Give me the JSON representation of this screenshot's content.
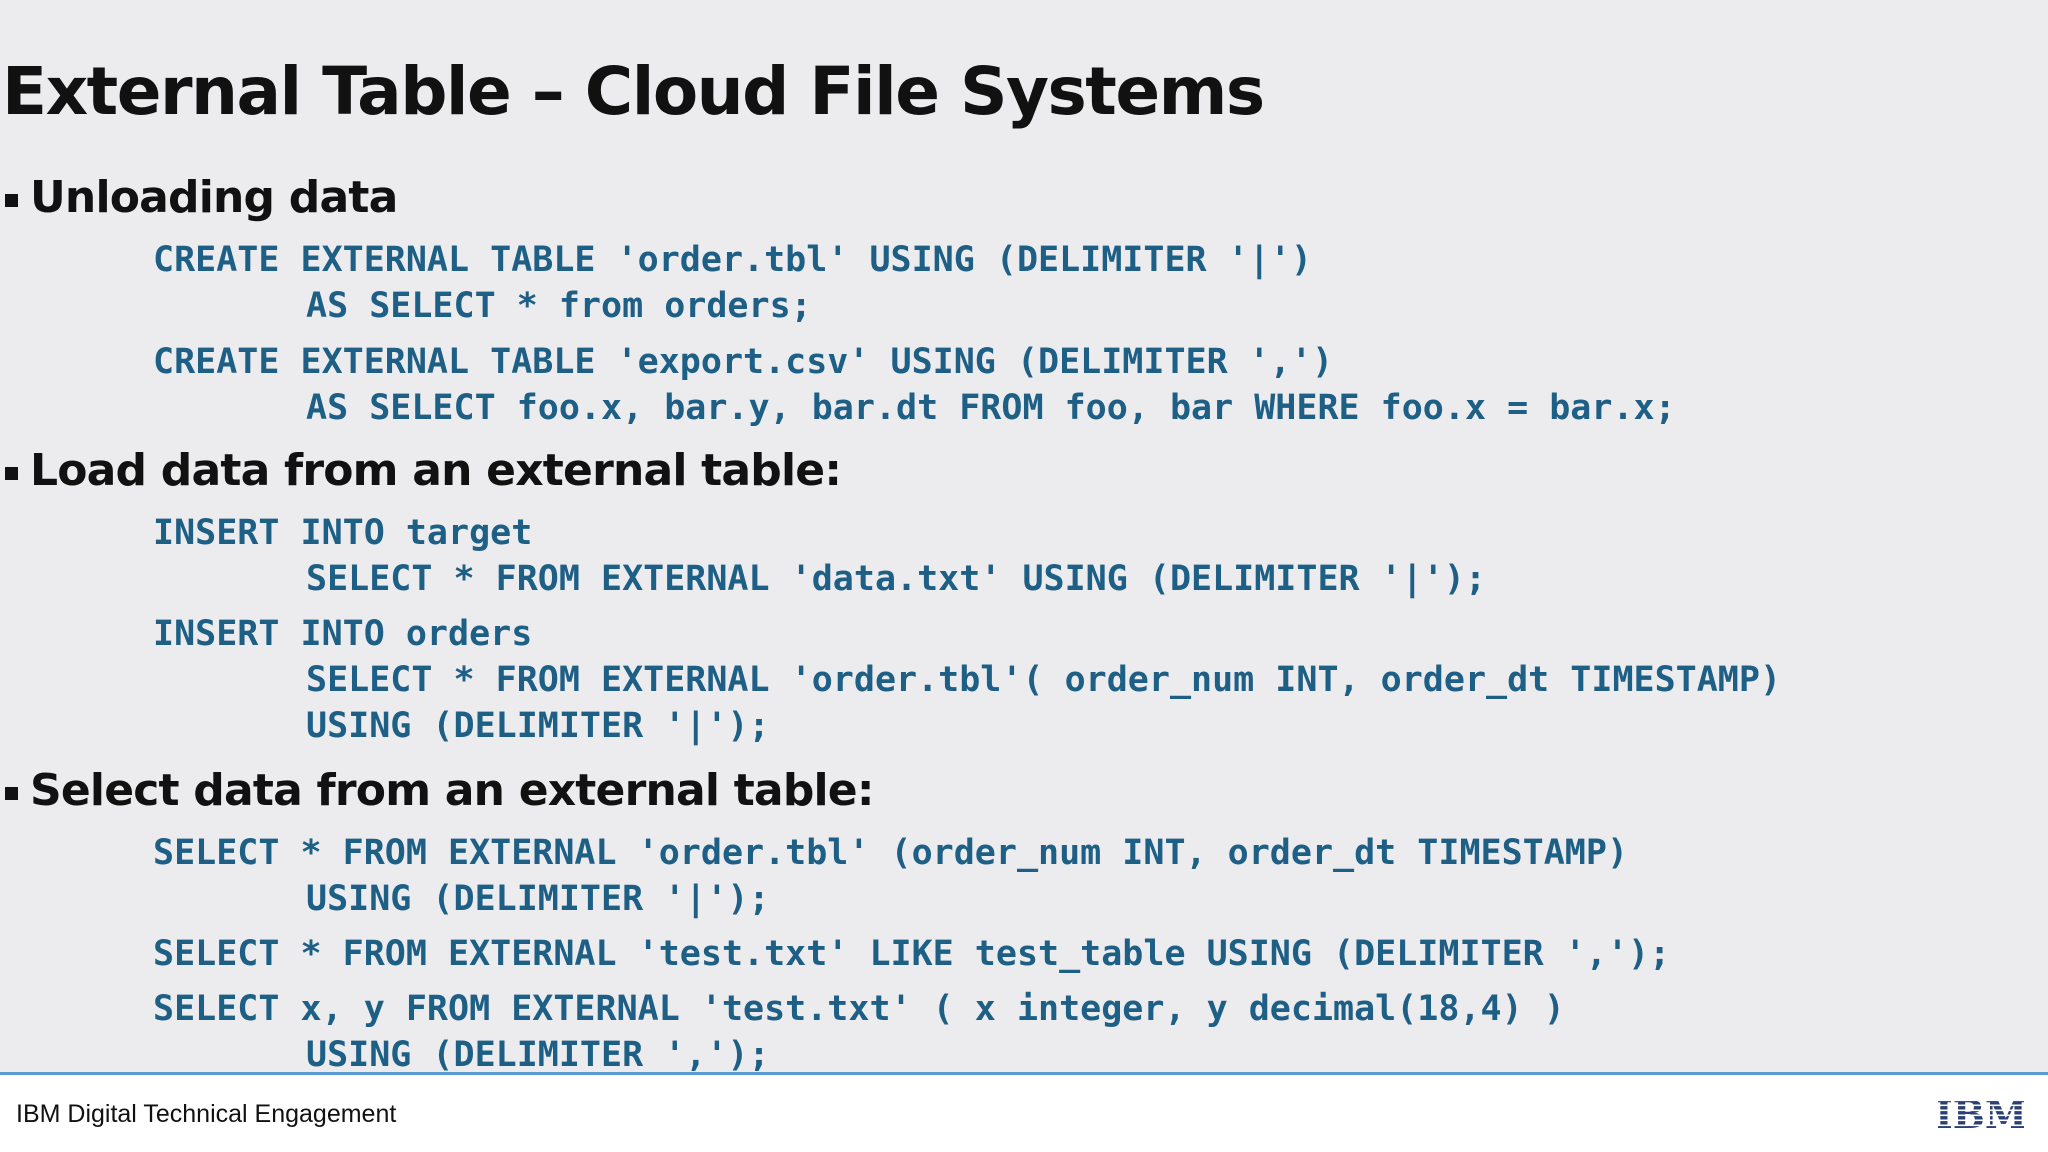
{
  "title": "External Table – Cloud File Systems",
  "sections": [
    {
      "heading": "Unloading data",
      "code": [
        "CREATE EXTERNAL TABLE 'order.tbl' USING (DELIMITER '|')",
        "AS SELECT * from orders;",
        "CREATE EXTERNAL TABLE 'export.csv' USING (DELIMITER ',')",
        "AS SELECT foo.x, bar.y, bar.dt FROM foo, bar WHERE foo.x = bar.x;"
      ]
    },
    {
      "heading": "Load data from an external table:",
      "code": [
        "INSERT INTO target",
        "SELECT * FROM EXTERNAL 'data.txt' USING (DELIMITER '|');",
        "INSERT INTO orders",
        "SELECT * FROM EXTERNAL 'order.tbl'( order_num INT, order_dt TIMESTAMP)",
        "USING (DELIMITER '|');"
      ]
    },
    {
      "heading": "Select data from an external table:",
      "code": [
        "SELECT * FROM EXTERNAL 'order.tbl' (order_num INT, order_dt TIMESTAMP)",
        "USING (DELIMITER '|');",
        "SELECT * FROM EXTERNAL 'test.txt' LIKE test_table USING (DELIMITER ',');",
        "SELECT x, y FROM EXTERNAL 'test.txt' ( x integer, y decimal(18,4) )",
        "USING (DELIMITER ',');"
      ]
    }
  ],
  "footer": {
    "text": "IBM Digital Technical Engagement",
    "logo_text": "IBM"
  },
  "colors": {
    "code": "#1e5f86",
    "heading": "#111111",
    "background": "#ecebee",
    "footer_rule": "#5b9bd5",
    "logo": "#2a3f73"
  }
}
